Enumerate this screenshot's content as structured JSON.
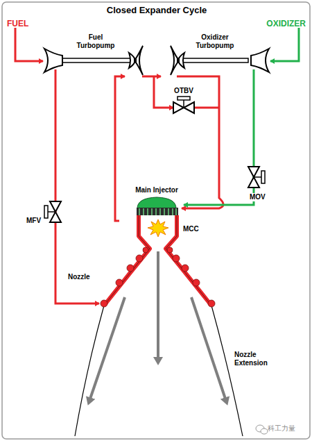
{
  "diagram": {
    "title": "Closed Expander Cycle",
    "labels": [
      "FUEL",
      "OXIDIZER",
      "Fuel Turbopump",
      "Oxidizer Turbopump",
      "OTBV",
      "Main Injector",
      "MOV",
      "MFV",
      "MCC",
      "Nozzle",
      "Nozzle Extension",
      "科工力量"
    ]
  }
}
